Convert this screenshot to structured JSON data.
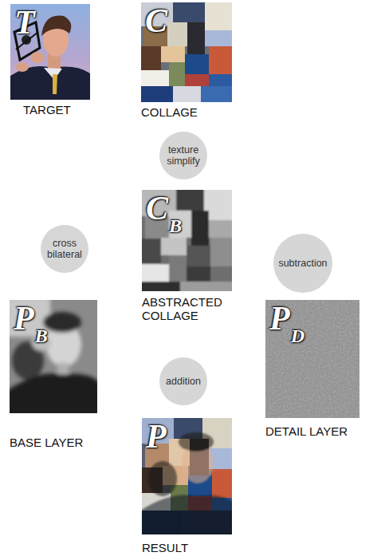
{
  "diagram": {
    "nodes": [
      {
        "text": [
          "T",
          "TARGET"
        ]
      },
      {
        "text": [
          "C",
          "COLLAGE"
        ]
      },
      {
        "text": [
          "texture simplify"
        ]
      },
      {
        "text": [
          "cross bilateral"
        ]
      },
      {
        "text": [
          "C",
          "B",
          "ABSTRACTED COLLAGE"
        ]
      },
      {
        "text": [
          "subtraction"
        ]
      },
      {
        "text": [
          "P",
          "B",
          "BASE LAYER"
        ]
      },
      {
        "text": [
          "addition"
        ]
      },
      {
        "text": [
          "P",
          "D",
          "DETAIL LAYER"
        ]
      },
      {
        "text": [
          "P",
          "RESULT"
        ]
      }
    ],
    "edges": [
      {
        "from": 0,
        "to": 3,
        "arrow": "to"
      },
      {
        "from": 1,
        "to": 2,
        "arrow": "to"
      },
      {
        "from": 1,
        "to": 5,
        "arrow": "to"
      },
      {
        "from": 2,
        "to": 4,
        "arrow": "to"
      },
      {
        "from": 4,
        "to": 3,
        "arrow": "to"
      },
      {
        "from": 4,
        "to": 5,
        "arrow": "to"
      },
      {
        "from": 3,
        "to": 6,
        "arrow": "to"
      },
      {
        "from": 5,
        "to": 8,
        "arrow": "to"
      },
      {
        "from": 6,
        "to": 7,
        "arrow": "to"
      },
      {
        "from": 8,
        "to": 7,
        "arrow": "to"
      },
      {
        "from": 7,
        "to": 9,
        "arrow": "to"
      }
    ]
  }
}
